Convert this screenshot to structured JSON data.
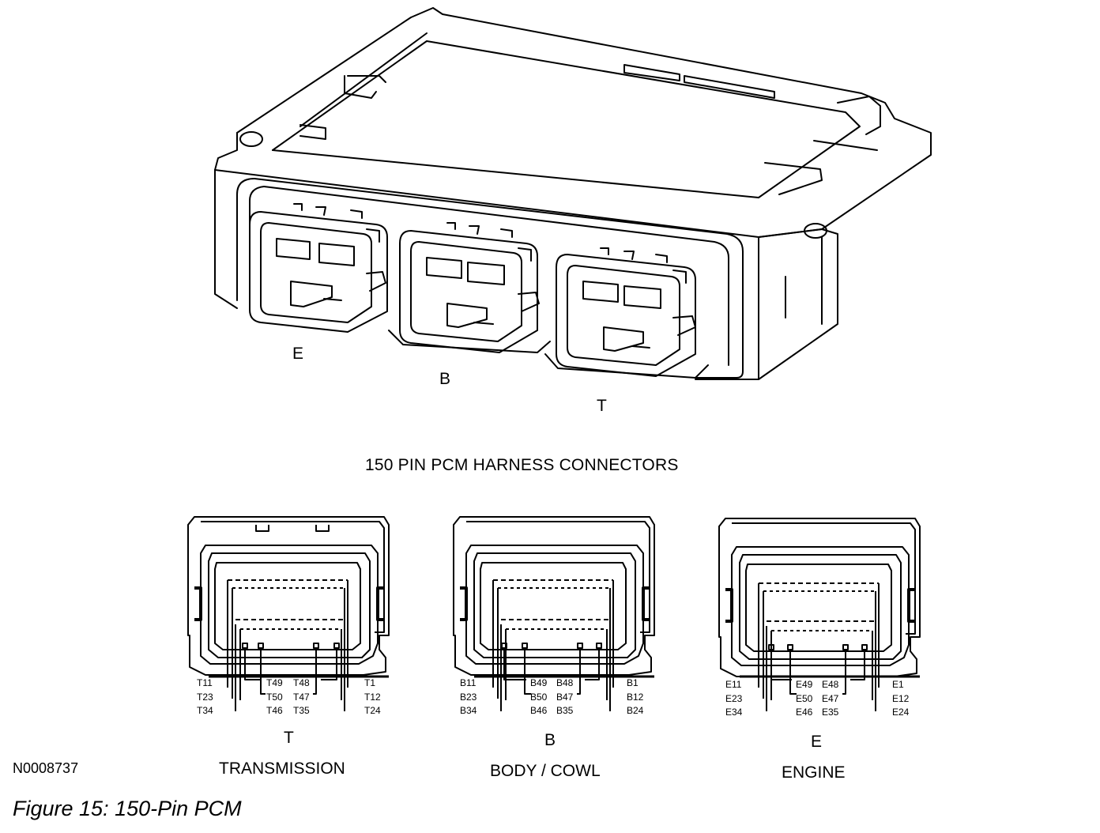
{
  "module_labels": {
    "e": "E",
    "b": "B",
    "t": "T"
  },
  "diagram_title": "150 PIN PCM HARNESS CONNECTORS",
  "connectors": [
    {
      "id": "T",
      "letter": "T",
      "name": "TRANSMISSION",
      "pins": {
        "l1": "T11",
        "l2": "T23",
        "l3": "T34",
        "cl1": "T49",
        "cl2": "T50",
        "cl3": "T46",
        "cr1": "T48",
        "cr2": "T47",
        "cr3": "T35",
        "r1": "T1",
        "r2": "T12",
        "r3": "T24"
      }
    },
    {
      "id": "B",
      "letter": "B",
      "name": "BODY / COWL",
      "pins": {
        "l1": "B11",
        "l2": "B23",
        "l3": "B34",
        "cl1": "B49",
        "cl2": "B50",
        "cl3": "B46",
        "cr1": "B48",
        "cr2": "B47",
        "cr3": "B35",
        "r1": "B1",
        "r2": "B12",
        "r3": "B24"
      }
    },
    {
      "id": "E",
      "letter": "E",
      "name": "ENGINE",
      "pins": {
        "l1": "E11",
        "l2": "E23",
        "l3": "E34",
        "cl1": "E49",
        "cl2": "E50",
        "cl3": "E46",
        "cr1": "E48",
        "cr2": "E47",
        "cr3": "E35",
        "r1": "E1",
        "r2": "E12",
        "r3": "E24"
      }
    }
  ],
  "drawing_id": "N0008737",
  "figure_caption": "Figure 15: 150-Pin PCM"
}
